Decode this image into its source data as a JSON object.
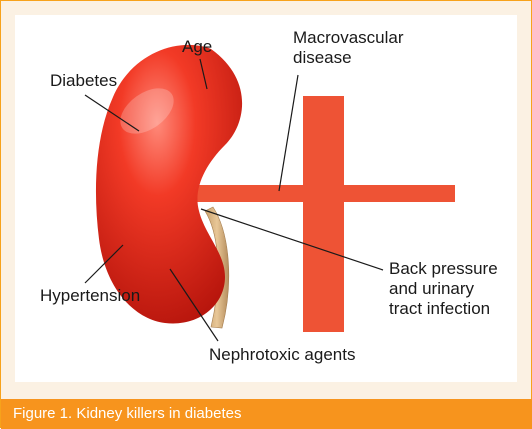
{
  "labels": {
    "age": "Age",
    "diabetes": "Diabetes",
    "macrovascular_line1": "Macrovascular",
    "macrovascular_line2": "disease",
    "back_pressure_line1": "Back pressure",
    "back_pressure_line2": "and urinary",
    "back_pressure_line3": "tract infection",
    "hypertension": "Hypertension",
    "nephrotoxic": "Nephrotoxic agents"
  },
  "caption": "Figure 1. Kidney killers in diabetes",
  "colors": {
    "kidney": "#e8291c",
    "kidney_highlight": "#ff7d6e",
    "aorta": "#ee5335",
    "ureter": "#d8b484",
    "caption_bar": "#f7941d",
    "panel_border": "#fbf1e3"
  }
}
